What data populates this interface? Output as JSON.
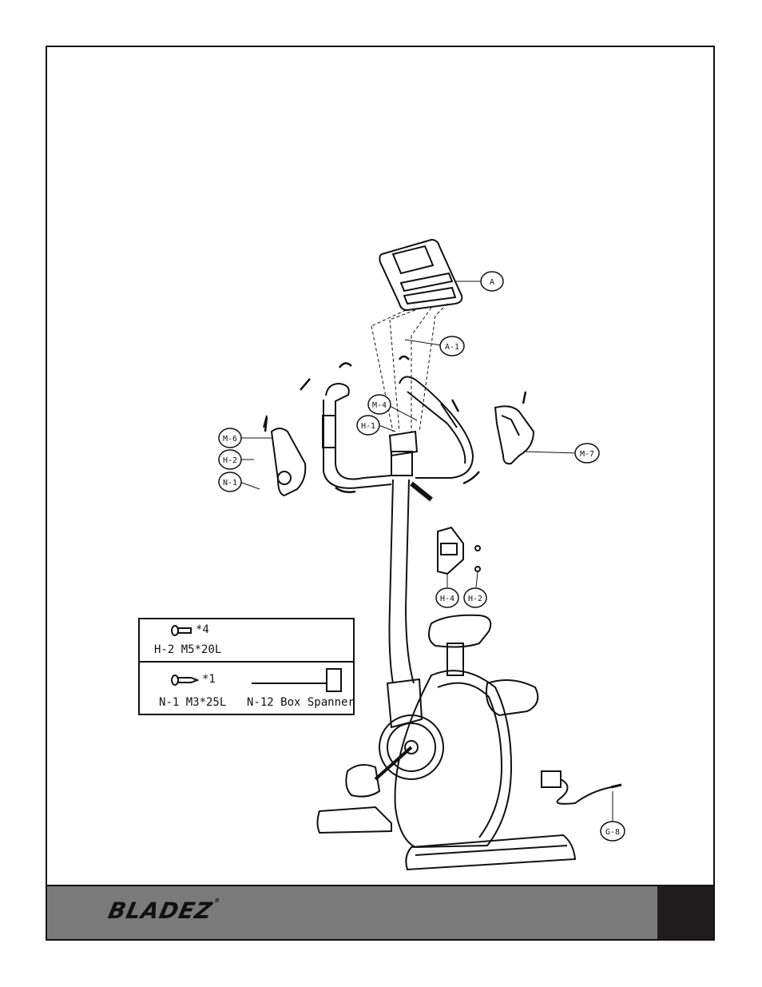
{
  "brand": {
    "name": "BLADEZ",
    "mark": "®"
  },
  "callouts": {
    "A": "A",
    "A1": "A-1",
    "M4": "M-4",
    "H1": "H-1",
    "M6": "M-6",
    "H2a": "H-2",
    "N1": "N-1",
    "M7": "M-7",
    "H4": "H-4",
    "H2b": "H-2",
    "G8": "G-8"
  },
  "hardware": {
    "bolt": {
      "qty": "*4",
      "label": "H-2 M5*20L"
    },
    "screw": {
      "qty": "*1",
      "label": "N-1 M3*25L"
    },
    "spanner": {
      "label": "N-12 Box Spanner"
    }
  }
}
